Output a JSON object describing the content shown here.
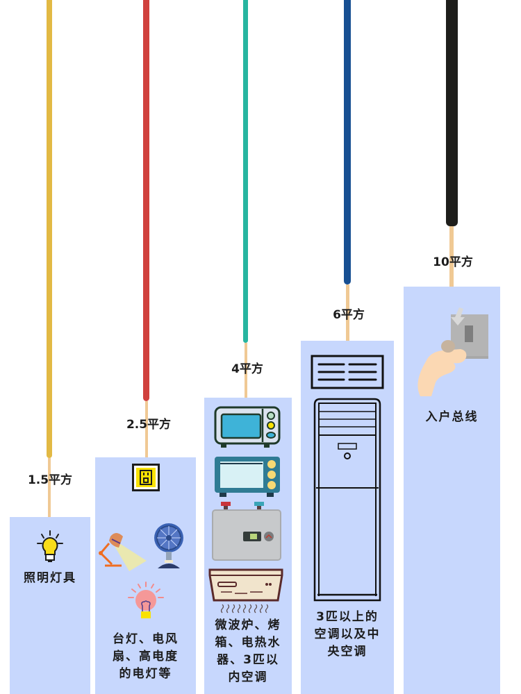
{
  "diagram": {
    "columns": [
      {
        "gauge": "1.5平方",
        "wire_color": "#e2b944",
        "usage": "照明灯具",
        "icons": [
          "light-bulb-icon"
        ]
      },
      {
        "gauge": "2.5平方",
        "wire_color": "#d0413d",
        "usage": "台灯、电风扇、高电度的电灯等",
        "usage_lines": [
          "台灯、电风",
          "扇、高电度",
          "的电灯等"
        ],
        "icons": [
          "wall-socket-icon",
          "desk-lamp-icon",
          "electric-fan-icon",
          "bright-bulb-icon"
        ]
      },
      {
        "gauge": "4平方",
        "wire_color": "#27b5a0",
        "usage": "微波炉、烤箱、电热水器、3匹以内空调",
        "usage_lines": [
          "微波炉、烤",
          "箱、电热水",
          "器、3匹以",
          "内空调"
        ],
        "icons": [
          "microwave-icon",
          "oven-icon",
          "water-heater-icon",
          "wall-ac-icon"
        ]
      },
      {
        "gauge": "6平方",
        "wire_color": "#174f92",
        "usage": "3匹以上的空调以及中央空调",
        "usage_lines": [
          "3匹以上的",
          "空调以及中",
          "央空调"
        ],
        "icons": [
          "ceiling-vent-icon",
          "floor-ac-icon"
        ]
      },
      {
        "gauge": "10平方",
        "wire_color": "#1e1e1b",
        "usage": "入户总线",
        "icons": [
          "hand-switch-icon"
        ]
      }
    ],
    "colors": {
      "panel": "#c7d7fd",
      "copper_core": "#f0c994"
    }
  }
}
